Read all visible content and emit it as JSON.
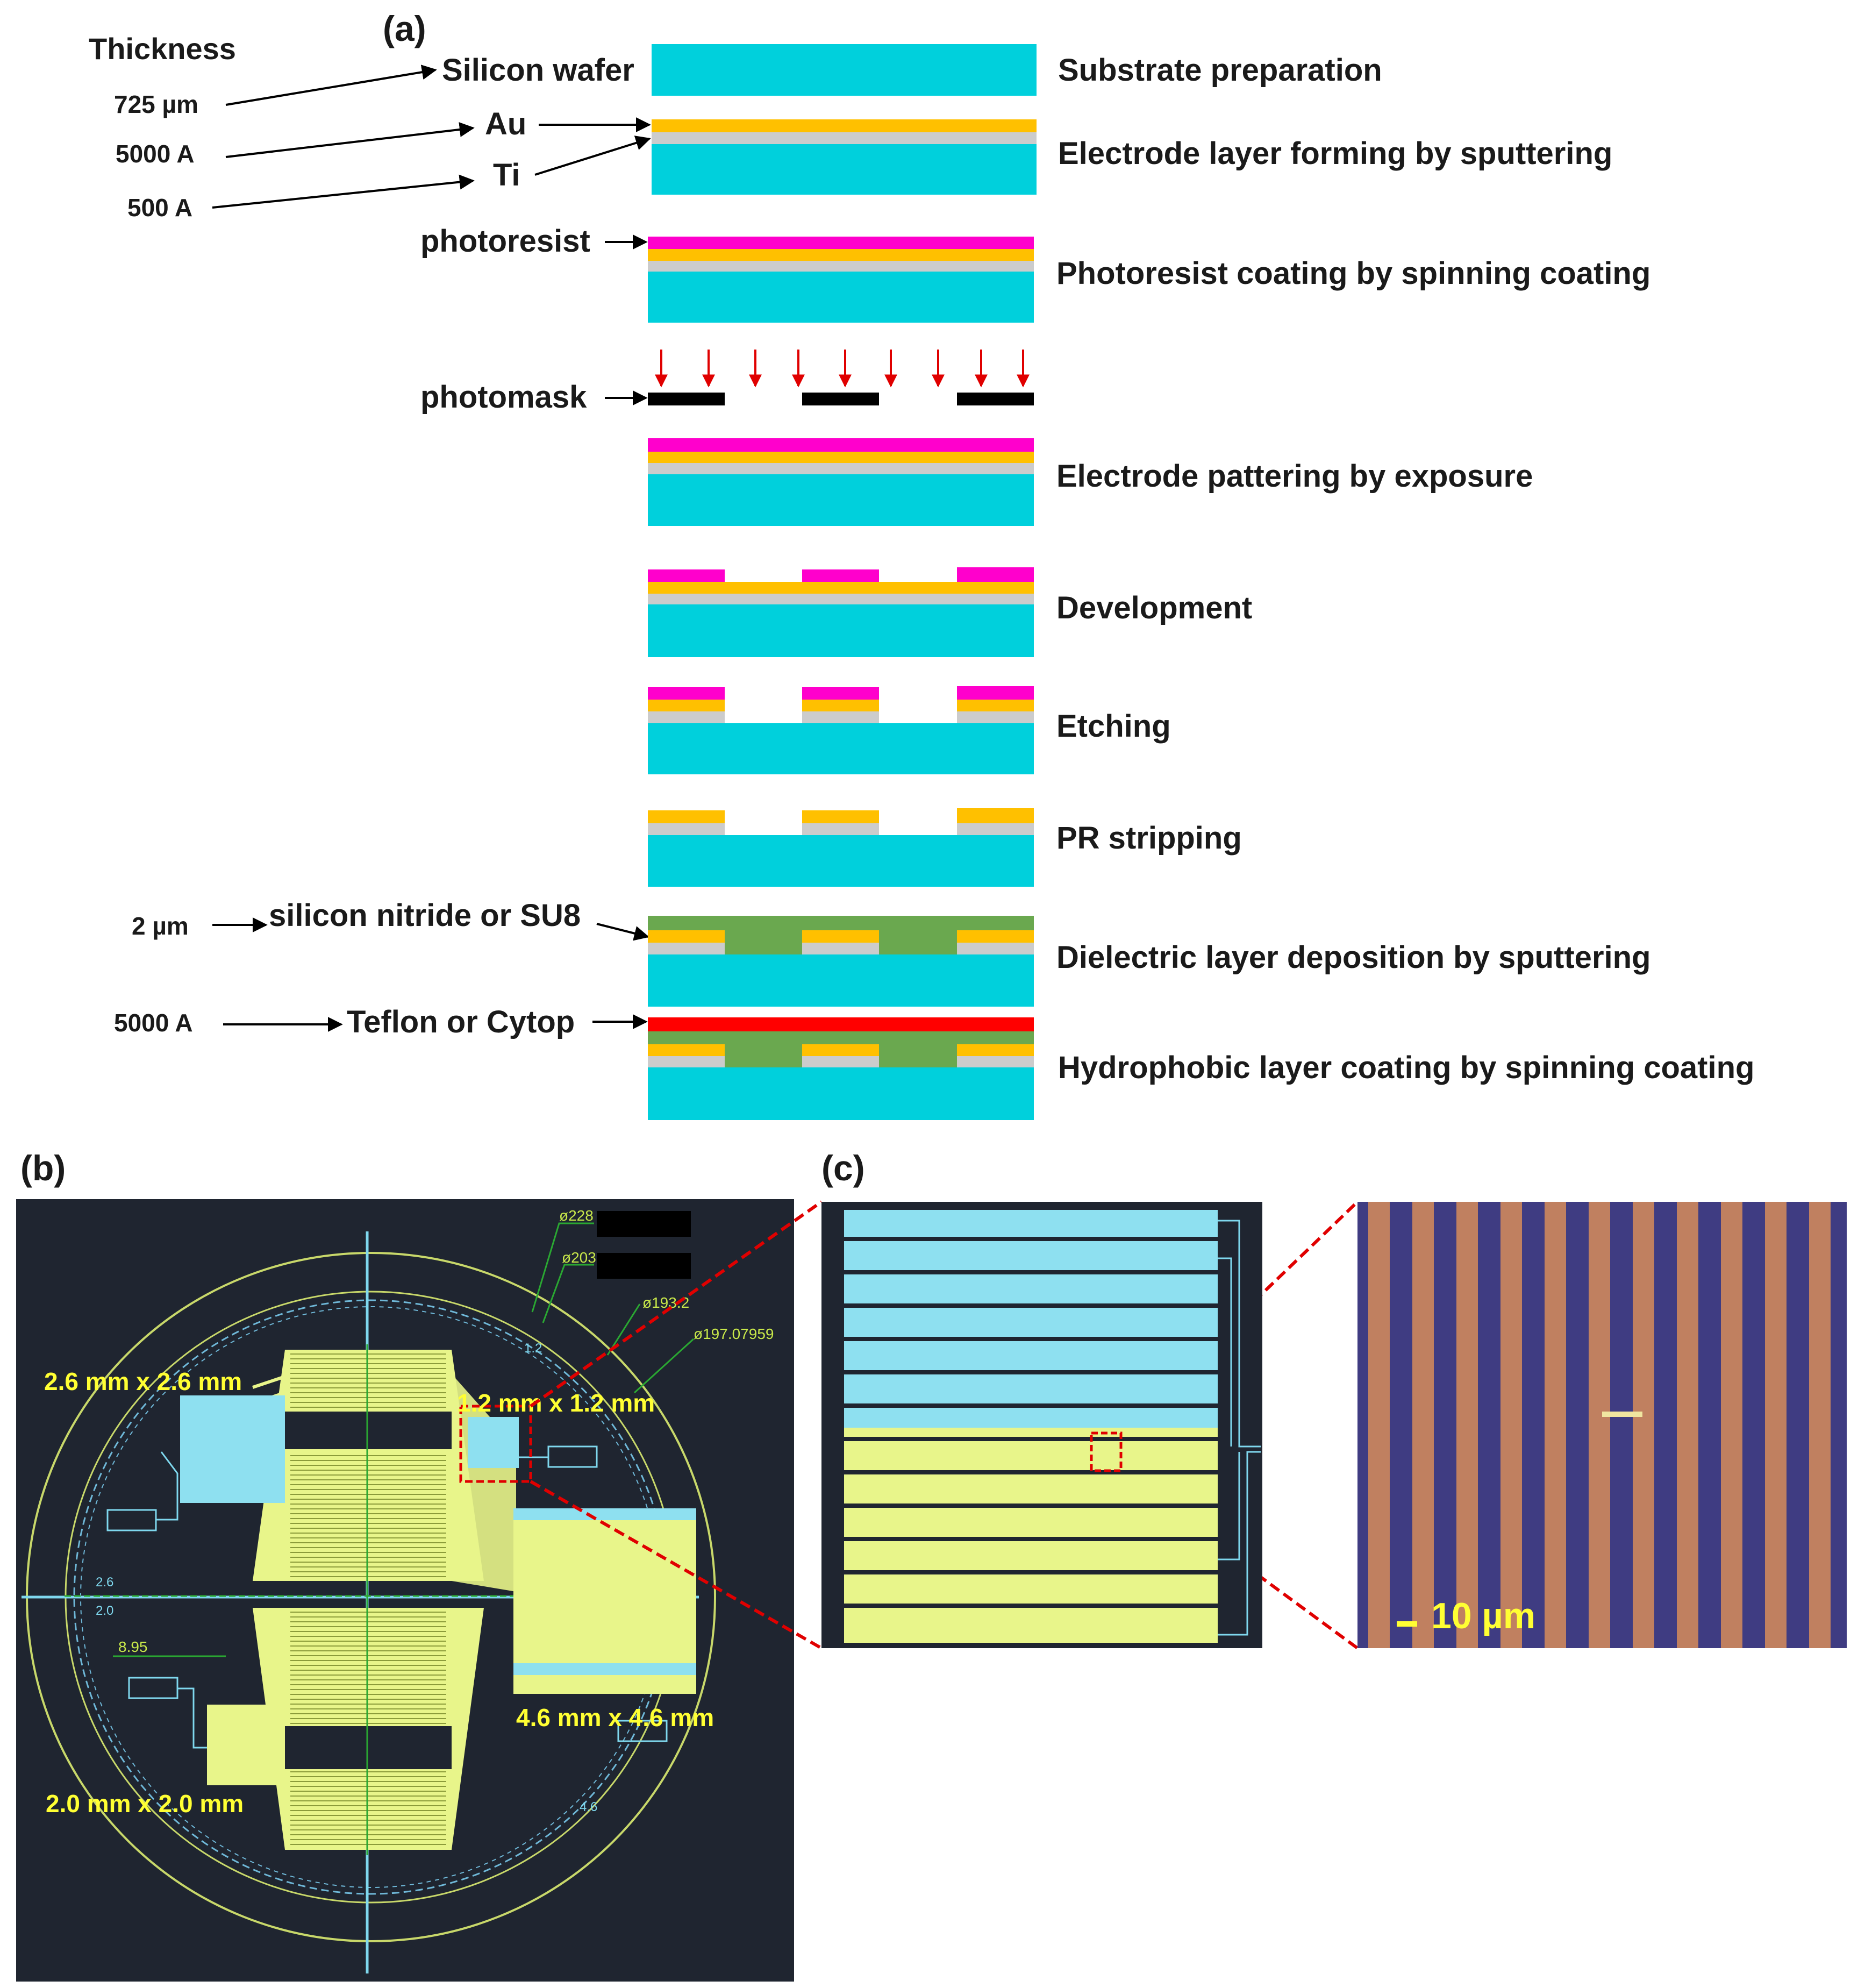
{
  "colors": {
    "silicon": "#00d0dc",
    "gold": "#ffc000",
    "titanium": "#cccccc",
    "photoresist": "#ff00cc",
    "mask": "#000000",
    "dielectric": "#6aa84f",
    "hydrophobic": "#ff0000",
    "uv_arrow": "#e00000",
    "cad_background": "#1f2530",
    "cad_pattern": "#e8f58a",
    "cad_pad": "#8ee0f0",
    "cad_text": "#ffff33",
    "micro_background": "#3f3c82",
    "micro_stripe": "#c08060",
    "zoom_outline": "#e00000"
  },
  "panel_a": {
    "label": "(a)",
    "thickness_header": "Thickness",
    "thickness": {
      "silicon": "725 µm",
      "au": "5000 A",
      "ti": "500 A",
      "dielectric": "2 µm",
      "hydrophobic": "5000 A"
    },
    "layer_labels": {
      "silicon_wafer": "Silicon wafer",
      "au": "Au",
      "ti": "Ti",
      "photoresist": "photoresist",
      "photomask": "photomask",
      "dielectric": "silicon nitride or SU8",
      "hydrophobic": "Teflon or Cytop"
    },
    "steps": [
      "Substrate preparation",
      "Electrode layer forming by sputtering",
      "Photoresist coating by spinning coating",
      "Electrode pattering by exposure",
      "Development",
      "Etching",
      "PR stripping",
      "Dielectric layer deposition by sputtering",
      "Hydrophobic layer coating by spinning coating"
    ]
  },
  "panel_b": {
    "label": "(b)",
    "electrode_sizes": {
      "top_left": "2.6 mm x 2.6 mm",
      "top_right": "1.2 mm x 1.2 mm",
      "bottom_left": "2.0 mm x 2.0 mm",
      "bottom_right": "4.6 mm x 4.6 mm"
    },
    "dimensions": {
      "d228": "ø228",
      "d203": "ø203",
      "d193": "ø193.2",
      "d197": "ø197.07959",
      "d895": "8.95"
    },
    "small_labels": {
      "s12": "1.2",
      "s26": "2.6",
      "s20": "2.0",
      "s46": "4.6"
    }
  },
  "panel_c": {
    "label": "(c)",
    "scale_bar": "10 µm",
    "stripe_count": 11
  }
}
